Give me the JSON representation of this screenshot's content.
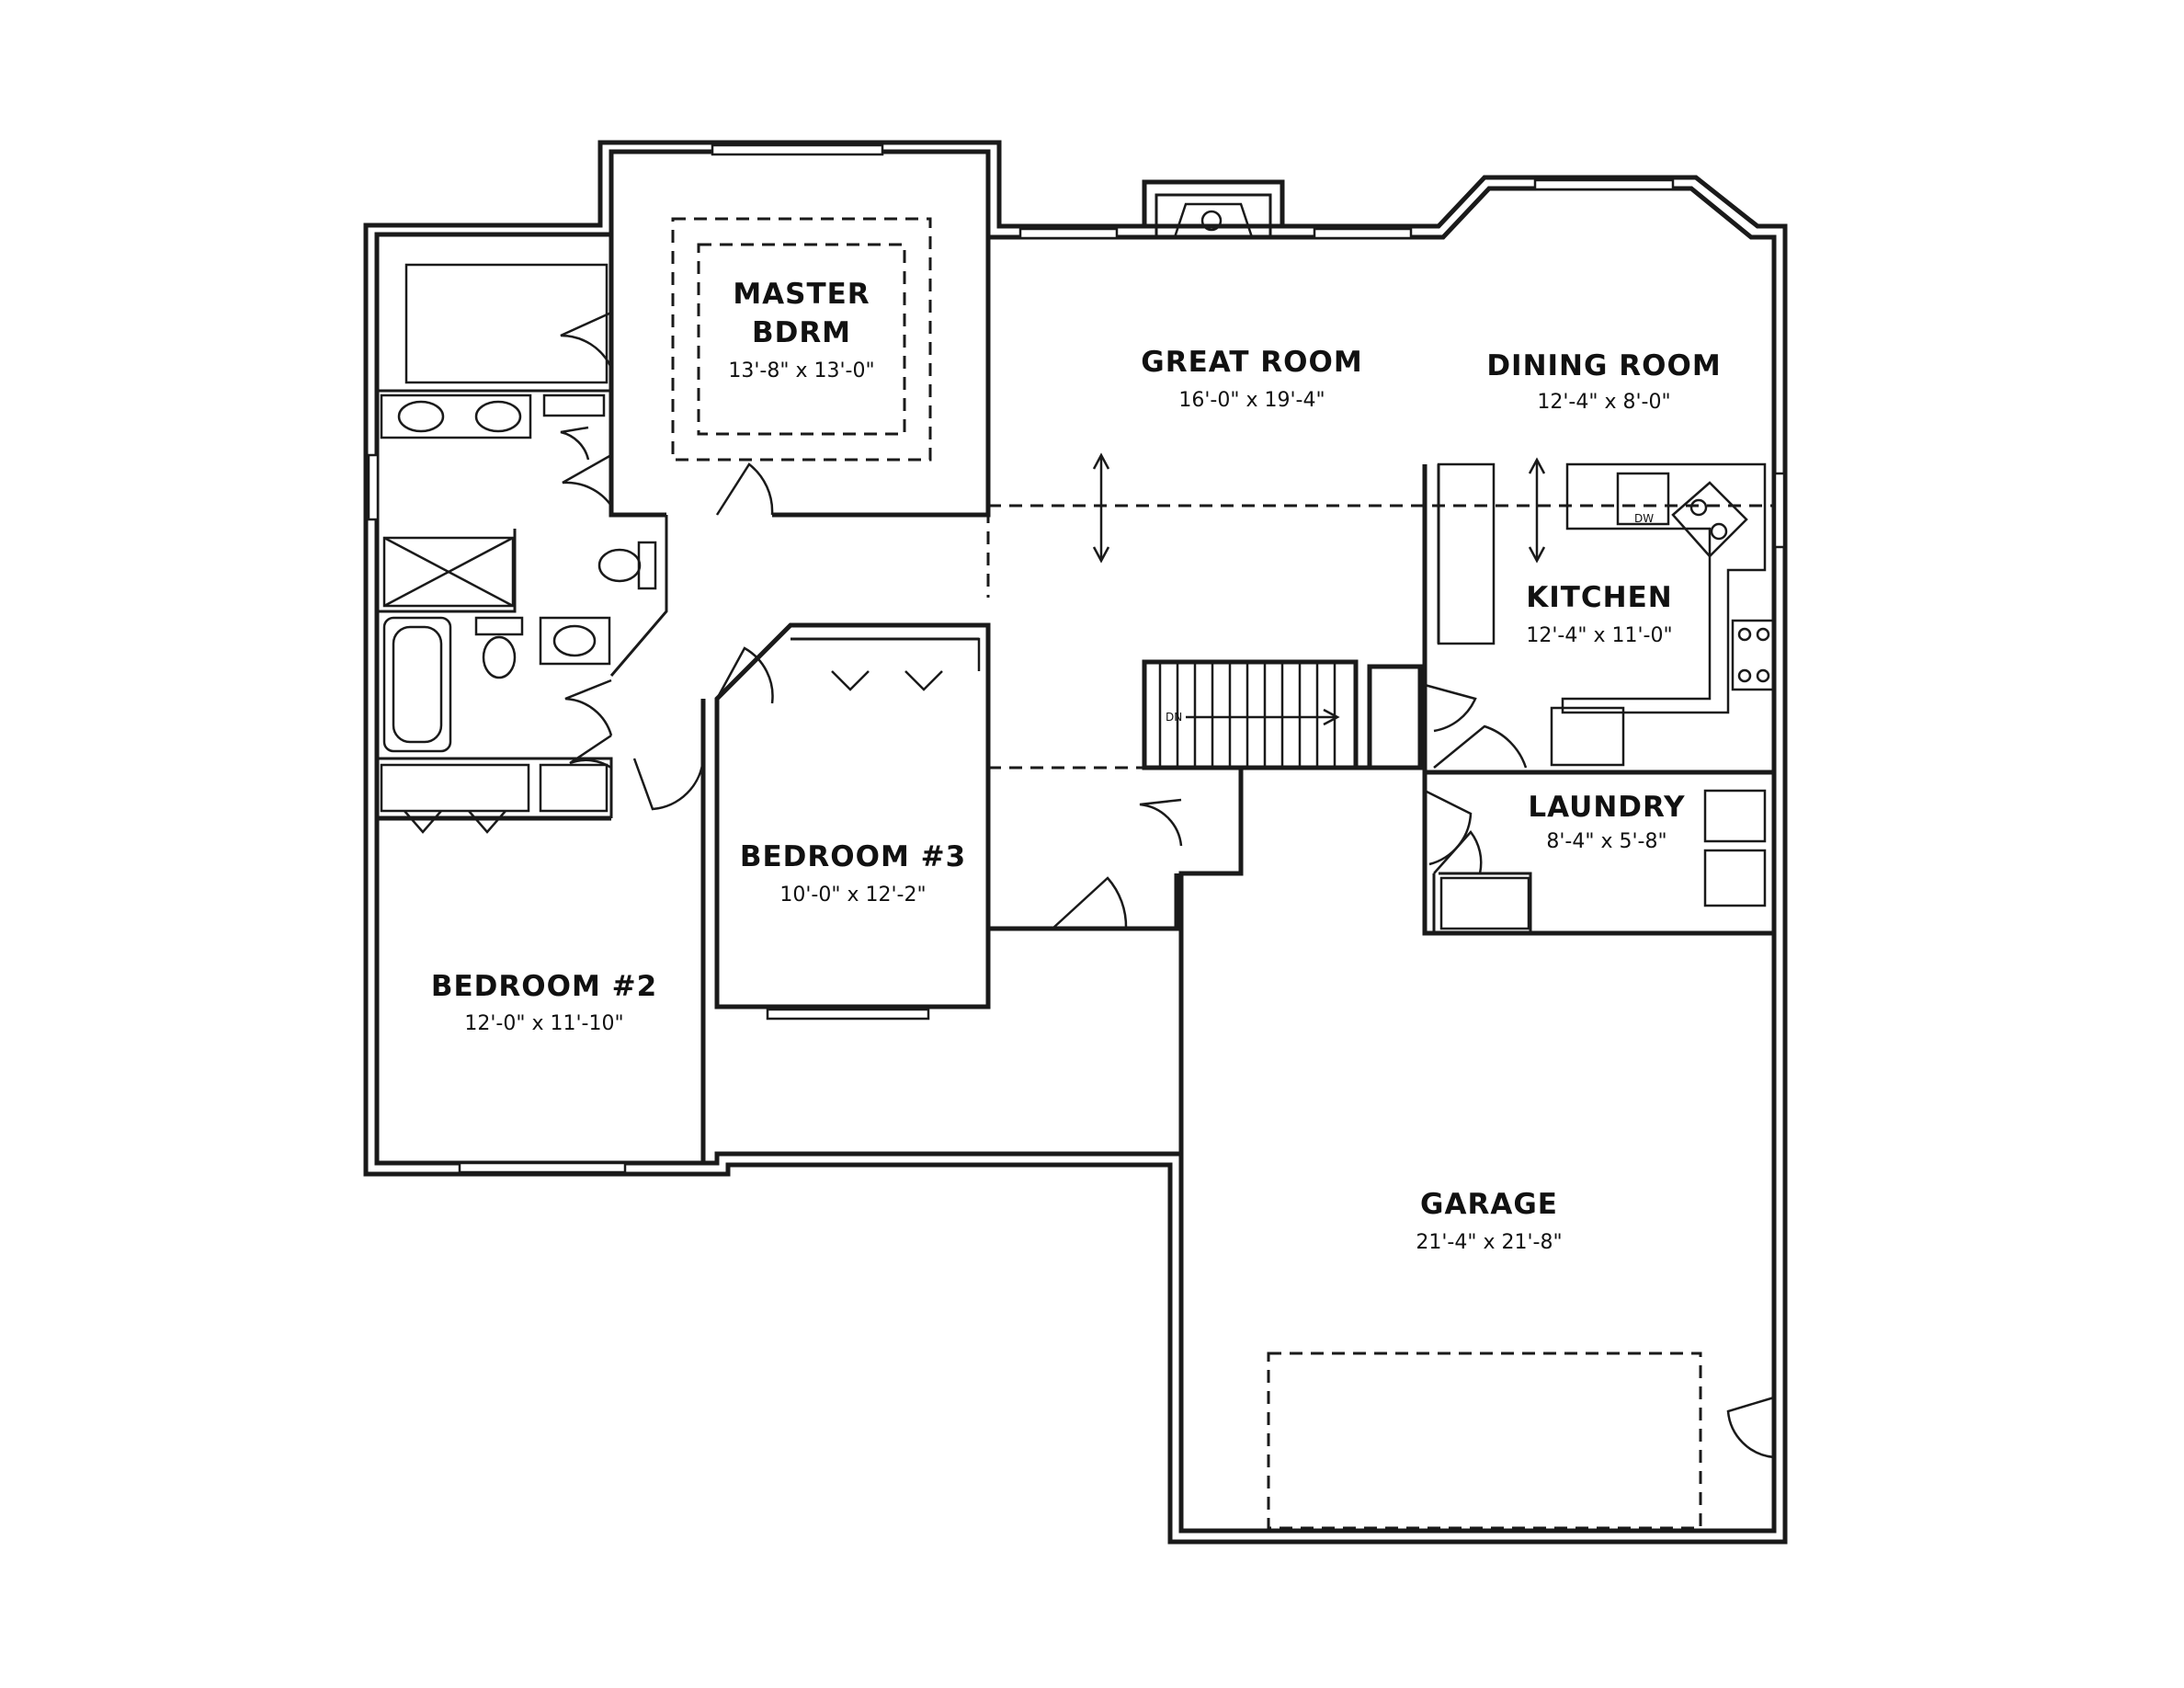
{
  "rooms": [
    {
      "id": "master",
      "name_line1": "MASTER",
      "name_line2": "BDRM",
      "dims": "13'-8\" x 13'-0\""
    },
    {
      "id": "great",
      "name": "GREAT ROOM",
      "dims": "16'-0\" x 19'-4\""
    },
    {
      "id": "dining",
      "name": "DINING ROOM",
      "dims": "12'-4\" x 8'-0\""
    },
    {
      "id": "kitchen",
      "name": "KITCHEN",
      "dims": "12'-4\" x 11'-0\""
    },
    {
      "id": "laundry",
      "name": "LAUNDRY",
      "dims": "8'-4\" x 5'-8\""
    },
    {
      "id": "bed3",
      "name": "BEDROOM #3",
      "dims": "10'-0\" x 12'-2\""
    },
    {
      "id": "bed2",
      "name": "BEDROOM #2",
      "dims": "12'-0\" x 11'-10\""
    },
    {
      "id": "garage",
      "name": "GARAGE",
      "dims": "21'-4\" x 21'-8\""
    }
  ],
  "labels": {
    "stairs_down": "DN",
    "dishwasher": "DW"
  }
}
